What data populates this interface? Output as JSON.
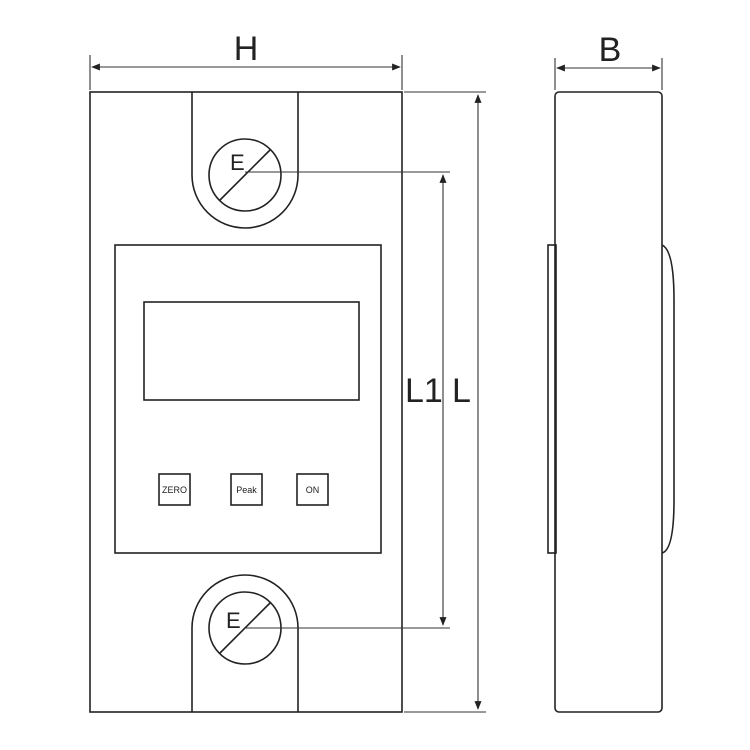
{
  "dimensions": {
    "width_label": "H",
    "depth_label": "B",
    "inner_length_label": "L1",
    "overall_length_label": "L"
  },
  "holes": {
    "top_label": "E",
    "bottom_label": "E"
  },
  "buttons": {
    "zero": "ZERO",
    "peak": "Peak",
    "on": "ON"
  }
}
